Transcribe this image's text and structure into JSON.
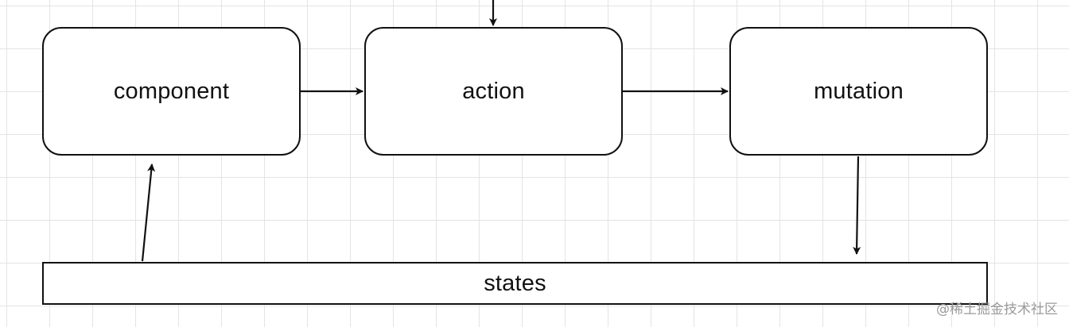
{
  "diagram": {
    "nodes": [
      {
        "id": "component",
        "label": "component"
      },
      {
        "id": "action",
        "label": "action"
      },
      {
        "id": "mutation",
        "label": "mutation"
      },
      {
        "id": "states",
        "label": "states"
      }
    ],
    "edges": [
      {
        "from": "external",
        "to": "action"
      },
      {
        "from": "component",
        "to": "action"
      },
      {
        "from": "action",
        "to": "mutation"
      },
      {
        "from": "mutation",
        "to": "states"
      },
      {
        "from": "states",
        "to": "component"
      }
    ],
    "colors": {
      "stroke": "#111111",
      "grid": "#e4e4e4",
      "background": "#ffffff"
    }
  },
  "watermark": "@稀土掘金技术社区"
}
